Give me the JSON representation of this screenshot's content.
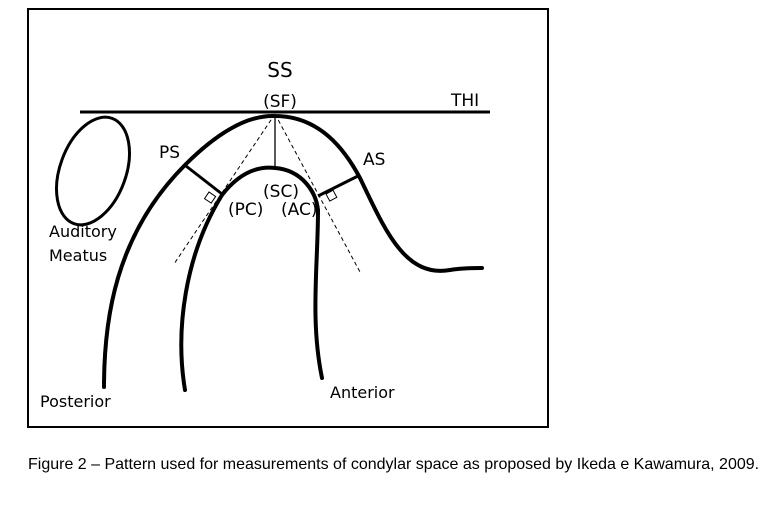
{
  "colors": {
    "stroke": "#000000",
    "background": "#ffffff"
  },
  "labels": {
    "ss": "SS",
    "sf": "(SF)",
    "thi": "THI",
    "ps": "PS",
    "as": "AS",
    "sc": "(SC)",
    "pc": "(PC)",
    "ac": "(AC)",
    "auditory_line1": "Auditory",
    "auditory_line2": "Meatus",
    "posterior": "Posterior",
    "anterior": "Anterior"
  },
  "caption": {
    "text": "Figure 2 – Pattern used for measurements of condylar space as proposed by Ikeda e Kawamura, 2009."
  }
}
